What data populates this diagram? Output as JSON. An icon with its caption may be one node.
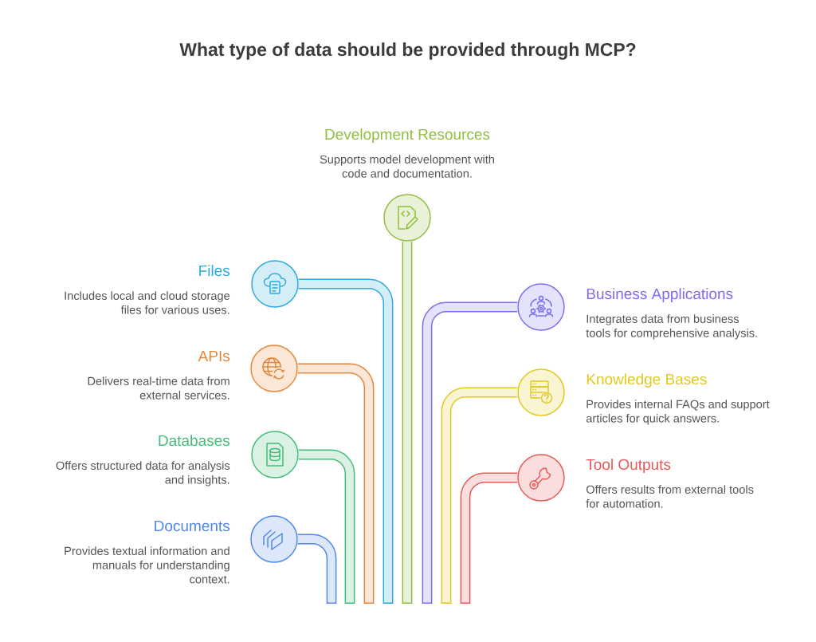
{
  "diagram": {
    "title": "What type of data should be provided through MCP?",
    "nodes": [
      {
        "text": [
          "Development Resources",
          "Supports model development with code and documentation."
        ]
      },
      {
        "text": [
          "Files",
          "Includes local and cloud storage files for various uses."
        ]
      },
      {
        "text": [
          "Business Applications",
          "Integrates data from business tools for comprehensive analysis."
        ]
      },
      {
        "text": [
          "APIs",
          "Delivers real-time data from external services."
        ]
      },
      {
        "text": [
          "Knowledge Bases",
          "Provides internal FAQs and support articles for quick answers."
        ]
      },
      {
        "text": [
          "Databases",
          "Offers structured data for analysis and insights."
        ]
      },
      {
        "text": [
          "Tool Outputs",
          "Offers results from external tools for automation."
        ]
      },
      {
        "text": [
          "Documents",
          "Provides textual information and manuals for understanding context."
        ]
      }
    ],
    "edges": [
      {
        "from": 0,
        "to": null,
        "arrow": "none",
        "color": "#8fbe3c"
      },
      {
        "from": 1,
        "to": null,
        "arrow": "none",
        "color": "#29a9dc"
      },
      {
        "from": 2,
        "to": null,
        "arrow": "none",
        "color": "#7c6cf0"
      },
      {
        "from": 3,
        "to": null,
        "arrow": "none",
        "color": "#e4863a"
      },
      {
        "from": 4,
        "to": null,
        "arrow": "none",
        "color": "#e0c81e"
      },
      {
        "from": 5,
        "to": null,
        "arrow": "none",
        "color": "#40be78"
      },
      {
        "from": 6,
        "to": null,
        "arrow": "none",
        "color": "#e85858"
      },
      {
        "from": 7,
        "to": null,
        "arrow": "none",
        "color": "#5087e6"
      }
    ]
  }
}
